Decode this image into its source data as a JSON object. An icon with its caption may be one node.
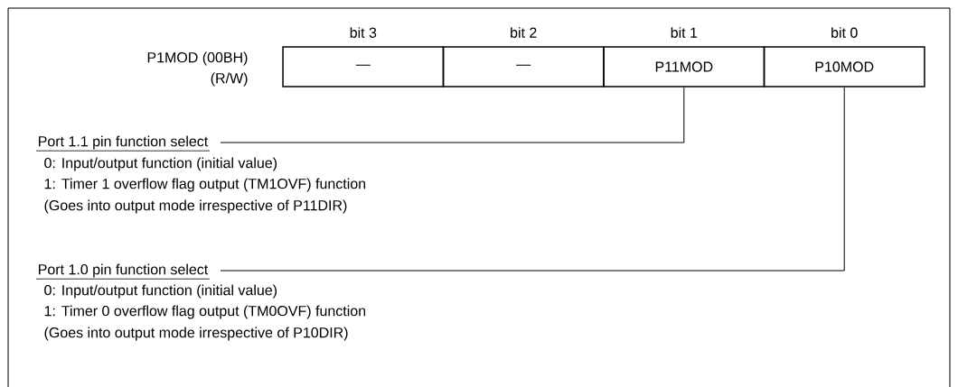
{
  "diagram": {
    "nodes": [
      {
        "text": [
          "—"
        ]
      },
      {
        "text": [
          "—"
        ]
      },
      {
        "text": [
          "P11MOD"
        ]
      },
      {
        "text": [
          "P10MOD"
        ]
      },
      {
        "text": [
          "Port 1.1 pin function select"
        ]
      },
      {
        "text": [
          "Port 1.0 pin function select"
        ]
      }
    ],
    "edges": [
      {
        "from": 4,
        "to": 2,
        "arrow": "none"
      },
      {
        "from": 5,
        "to": 3,
        "arrow": "none"
      }
    ],
    "labels": [
      "bit 3",
      "bit 2",
      "bit 1",
      "bit 0",
      "P1MOD (00BH)",
      "(R/W)",
      "0: Input/output function (initial value)",
      "1: Timer 1 overflow flag output (TM1OVF) function",
      "(Goes into output mode irrespective of P11DIR)",
      "0: Input/output function (initial value)",
      "1: Timer 0 overflow flag output (TM0OVF) function",
      "(Goes into output mode irrespective of P10DIR)"
    ]
  }
}
